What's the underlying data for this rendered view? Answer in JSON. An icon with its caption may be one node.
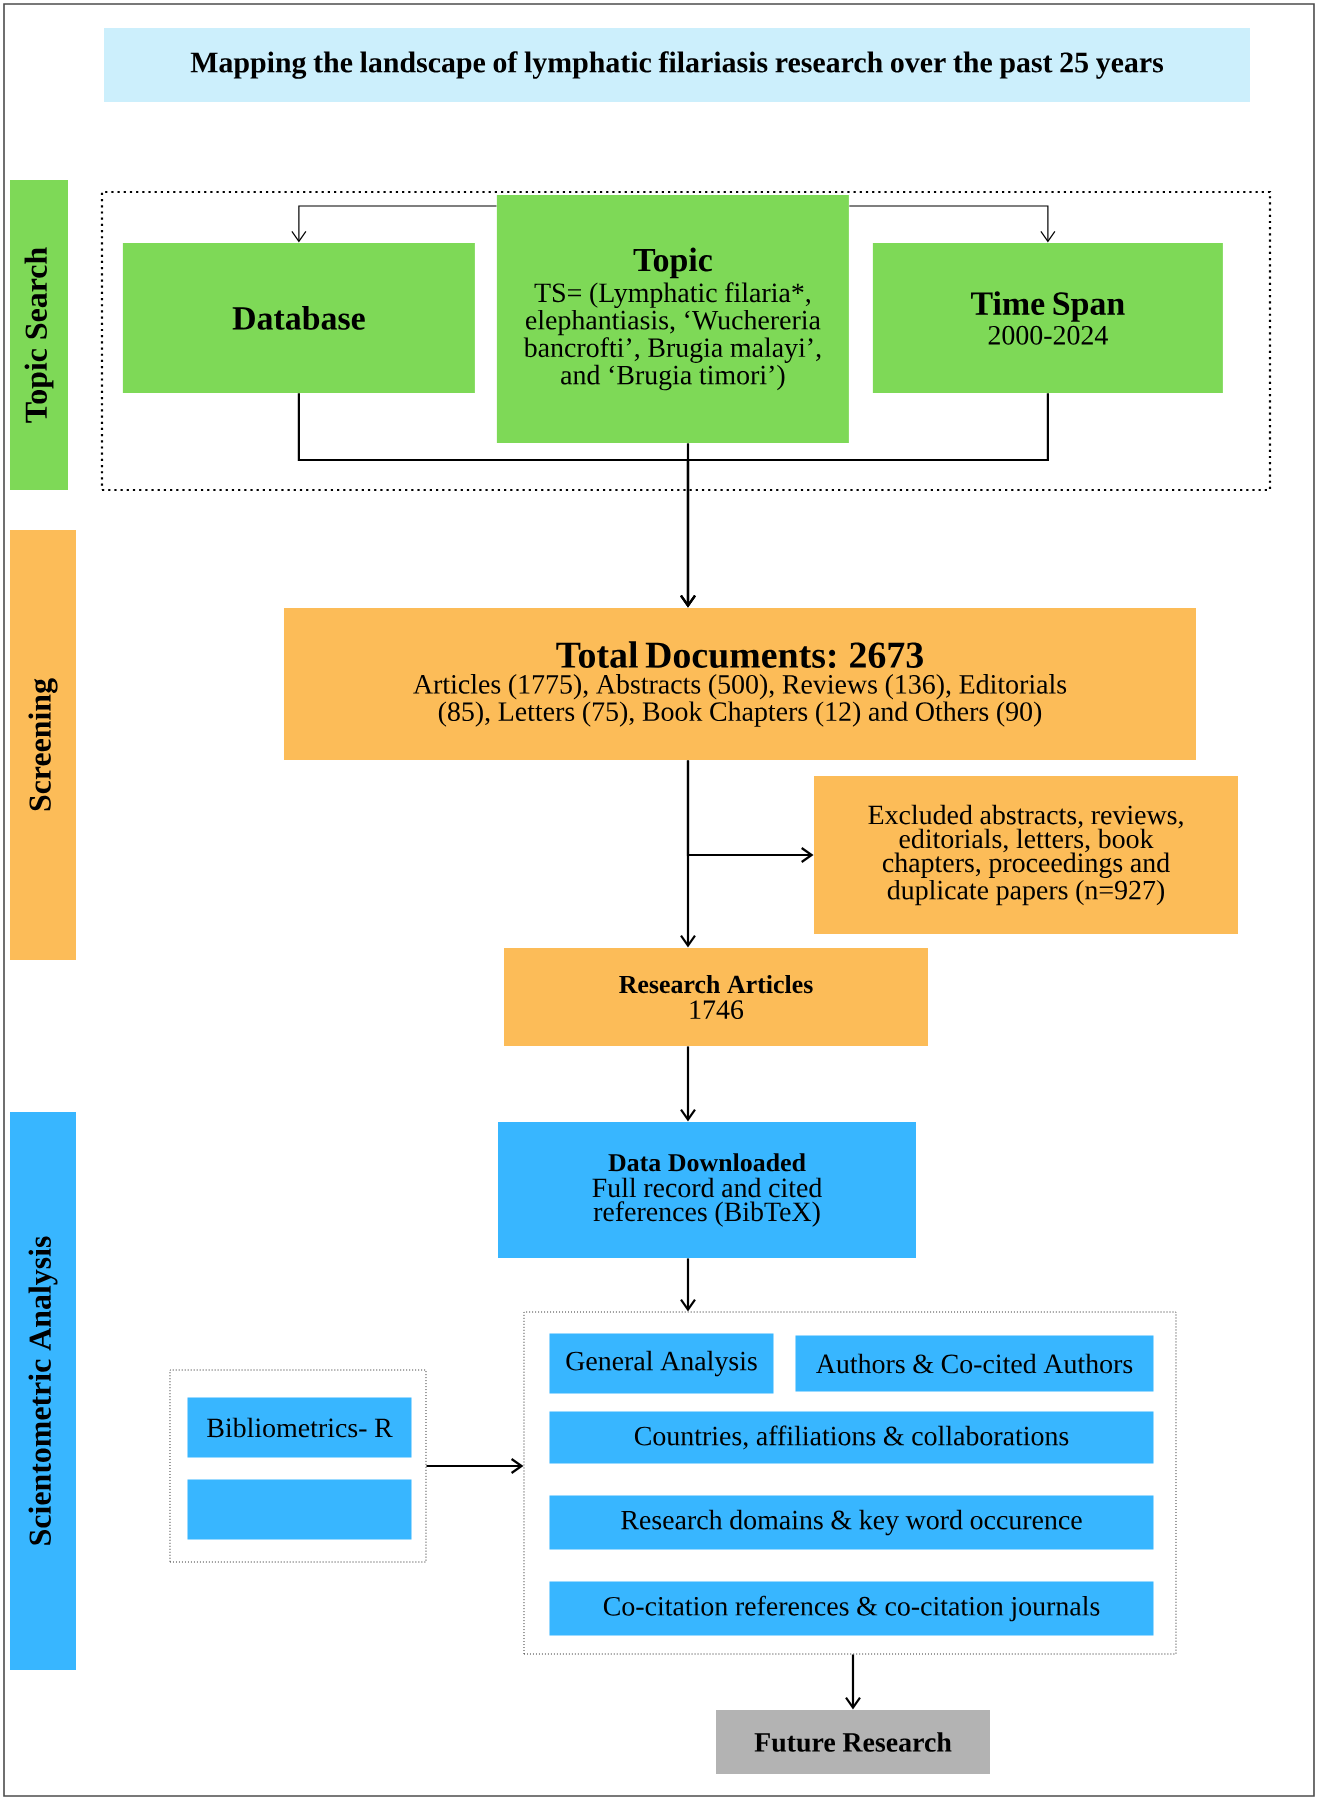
{
  "diagram": {
    "title": "Mapping the landscape of lymphatic filariasis research over the past 25 years",
    "nodes": [
      {
        "text": [
          "Topic Search"
        ]
      },
      {
        "text": [],
        "shape": "box"
      },
      {
        "text": [
          "Database"
        ],
        "in": 1
      },
      {
        "text": [
          "Topic",
          "TS= (Lymphatic filaria*, elephantiasis, ‘Wuchereria bancrofti’, Brugia malayi’, and ‘Brugia timori’)"
        ],
        "in": 1
      },
      {
        "text": [
          "Time Span",
          "2000-2024"
        ],
        "in": 1
      },
      {
        "text": [
          "Screening"
        ]
      },
      {
        "text": [
          "Total Documents: 2673",
          "Articles (1775), Abstracts (500), Reviews (136), Editorials (85), Letters (75), Book Chapters (12) and Others (90)"
        ]
      },
      {
        "text": [
          "Excluded abstracts, reviews, editorials, letters, book chapters, proceedings and duplicate papers (n=927)"
        ]
      },
      {
        "text": [
          "Research Articles",
          "1746"
        ]
      },
      {
        "text": [
          "Scientometric Analysis"
        ]
      },
      {
        "text": [
          "Data Downloaded",
          "Full record and cited references (BibTeX)"
        ]
      },
      {
        "text": [],
        "shape": "box"
      },
      {
        "text": [
          "Bibliometrics- R"
        ],
        "in": 11
      },
      {
        "text": [],
        "shape": "box",
        "in": 11
      },
      {
        "text": [],
        "shape": "box"
      },
      {
        "text": [
          "General Analysis"
        ],
        "in": 14
      },
      {
        "text": [
          "Authors & Co-cited Authors"
        ],
        "in": 14
      },
      {
        "text": [
          "Countries, affiliations & collaborations"
        ],
        "in": 14
      },
      {
        "text": [
          "Research domains & key word occurence"
        ],
        "in": 14
      },
      {
        "text": [
          "Co-citation references & co-citation journals"
        ],
        "in": 14
      },
      {
        "text": [
          "Future Research"
        ]
      }
    ],
    "edges": [
      {
        "from": 3,
        "to": 2,
        "arrow": "to"
      },
      {
        "from": 3,
        "to": 4,
        "arrow": "to"
      },
      {
        "from": 2,
        "to": 6,
        "arrow": "to"
      },
      {
        "from": 3,
        "to": 6,
        "arrow": "to"
      },
      {
        "from": 4,
        "to": 6,
        "arrow": "to"
      },
      {
        "from": 6,
        "to": 7,
        "arrow": "to"
      },
      {
        "from": 6,
        "to": 8,
        "arrow": "to"
      },
      {
        "from": 8,
        "to": 10,
        "arrow": "to"
      },
      {
        "from": 10,
        "to": 14,
        "arrow": "to"
      },
      {
        "from": 11,
        "to": 14,
        "arrow": "to"
      },
      {
        "from": 14,
        "to": 20,
        "arrow": "to"
      }
    ]
  }
}
